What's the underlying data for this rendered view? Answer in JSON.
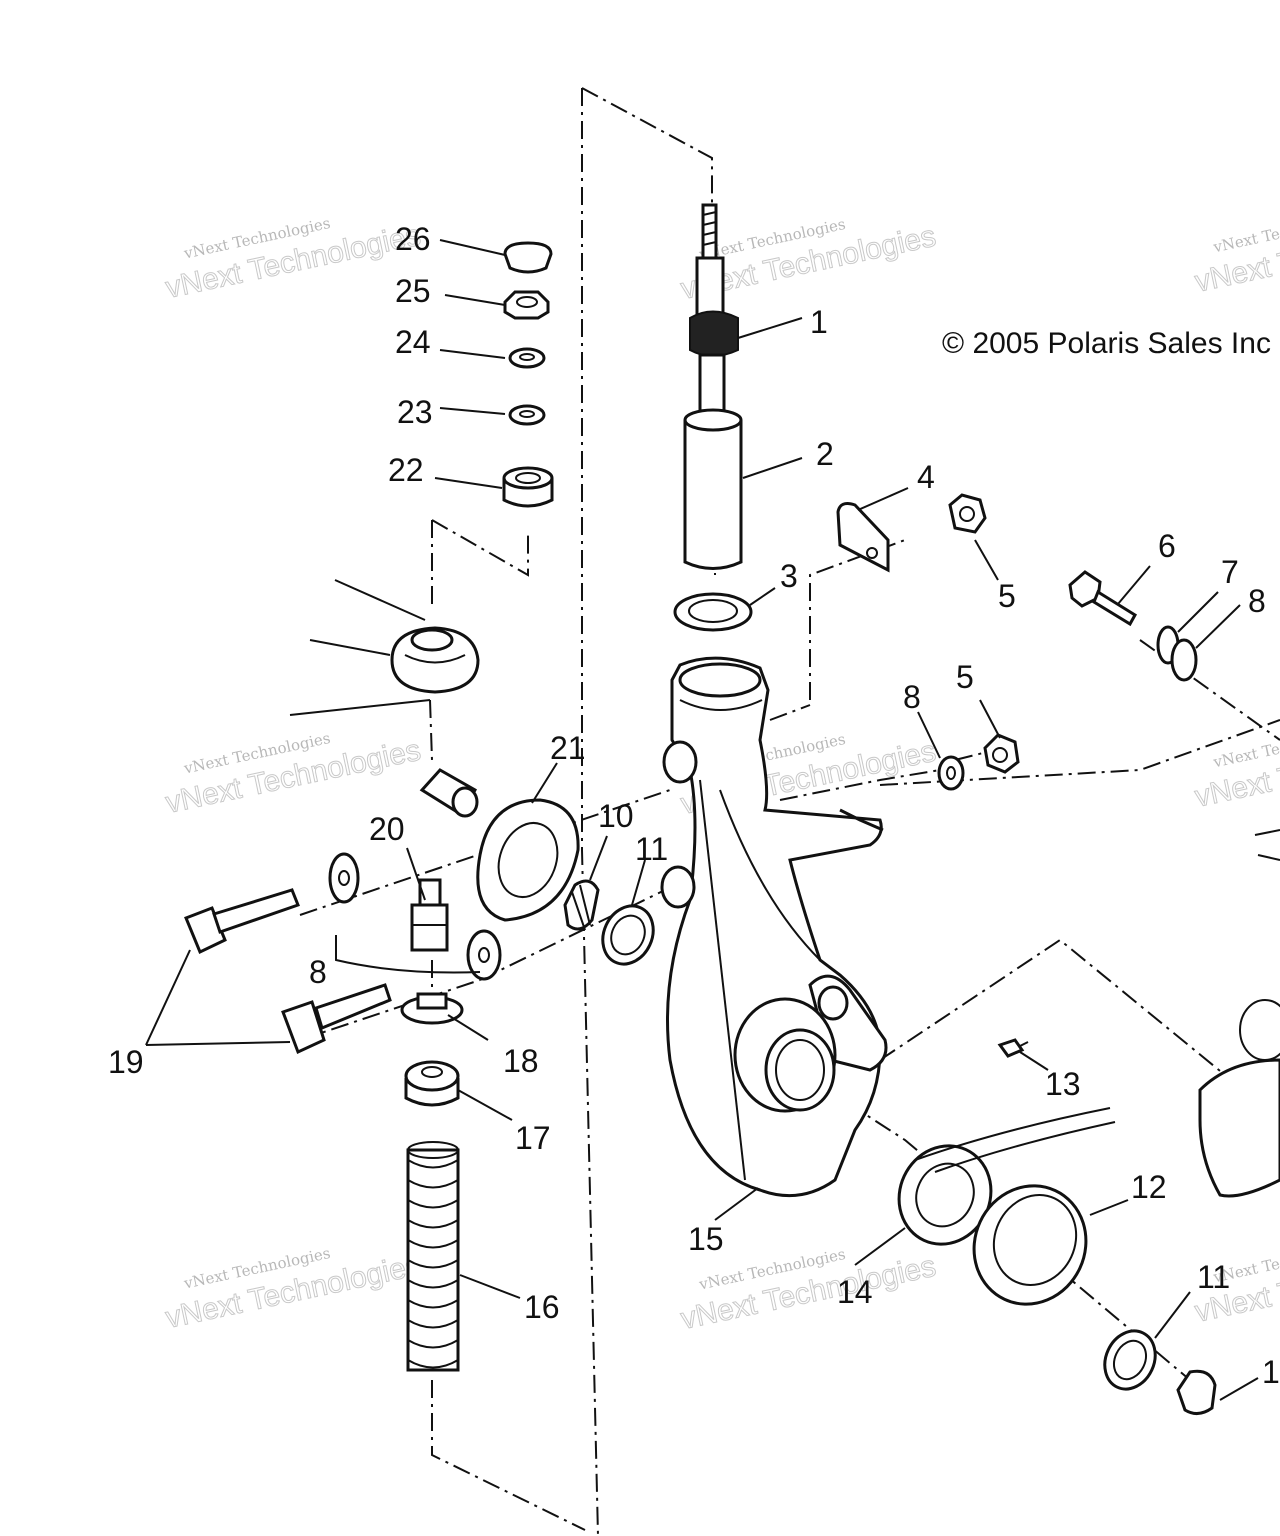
{
  "copyright": "© 2005 Polaris Sales Inc",
  "watermark": {
    "line1": "vNext Technologies",
    "line2": "vNext Technologies"
  },
  "callouts": {
    "c1": "1",
    "c2": "2",
    "c3": "3",
    "c4": "4",
    "c5a": "5",
    "c5b": "5",
    "c6": "6",
    "c7": "7",
    "c8a": "8",
    "c8b": "8",
    "c8c": "8",
    "c10": "10",
    "c11a": "11",
    "c11b": "11",
    "c12": "12",
    "c13": "13",
    "c14": "14",
    "c15": "15",
    "c16": "16",
    "c17": "17",
    "c18": "18",
    "c19": "19",
    "c20": "20",
    "c21": "21",
    "c22": "22",
    "c23": "23",
    "c24": "24",
    "c25": "25",
    "c26": "26",
    "c1b": "1"
  },
  "colors": {
    "ink": "#111111",
    "watermark": "#b8b8b8",
    "background": "#ffffff"
  }
}
